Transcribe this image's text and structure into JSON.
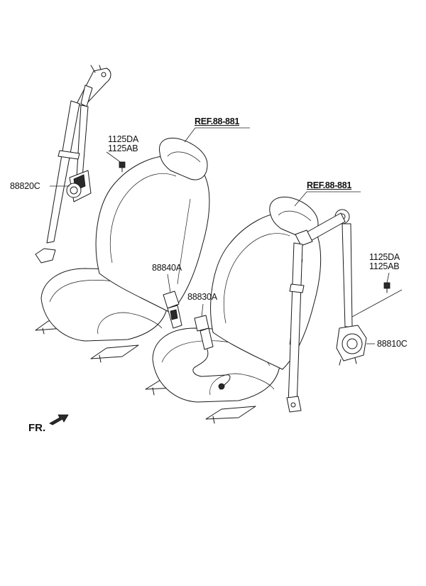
{
  "diagram": {
    "labels": {
      "ref_left": "REF.88-881",
      "ref_right": "REF.88-881",
      "bolt_left_1": "1125DA",
      "bolt_left_2": "1125AB",
      "bolt_right_1": "1125DA",
      "bolt_right_2": "1125AB",
      "retractor_left": "88820C",
      "retractor_right": "88810C",
      "buckle_left": "88840A",
      "buckle_right": "88830A",
      "front_indicator": "FR."
    }
  }
}
